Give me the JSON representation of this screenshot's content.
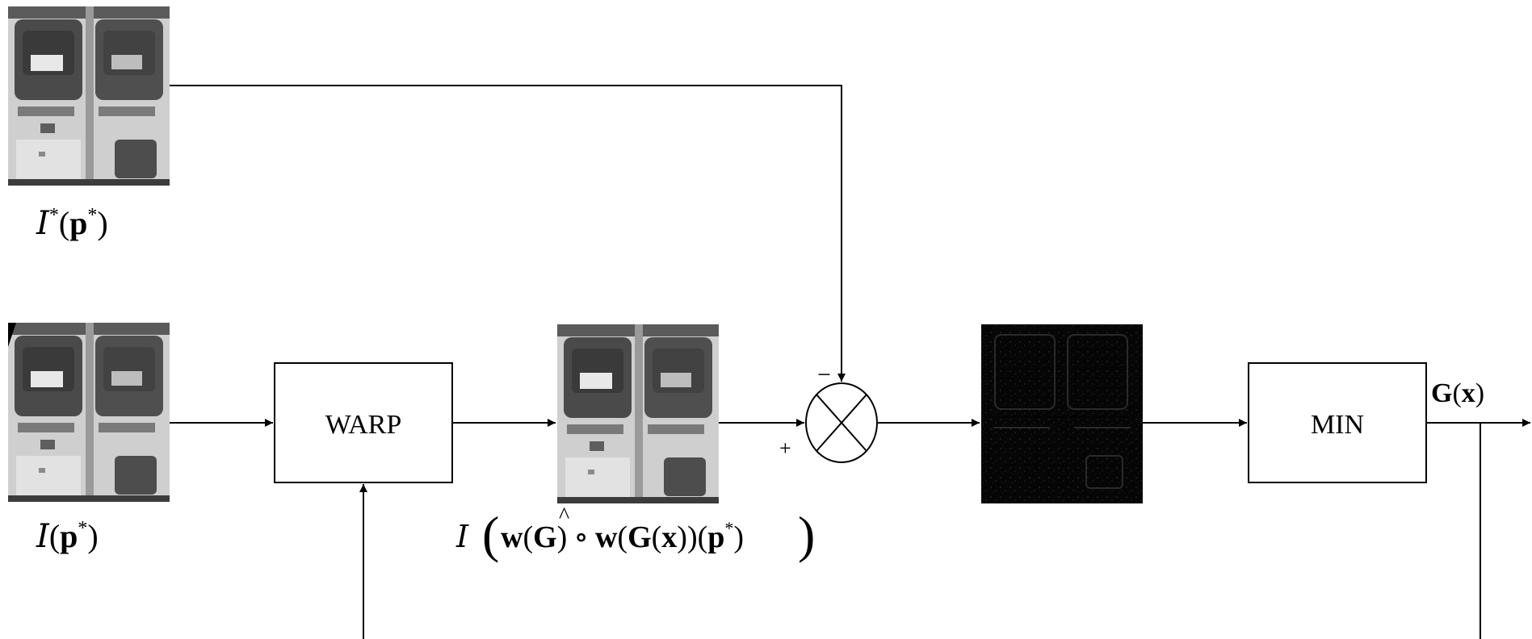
{
  "nodes": {
    "warp_label": "WARP",
    "min_label": "MIN"
  },
  "labels": {
    "reference_image": {
      "sym": "I",
      "sup": "*",
      "arg": "p",
      "argsup": "*"
    },
    "current_image": {
      "sym": "I",
      "arg": "p",
      "argsup": "*"
    },
    "warped_image": {
      "sym": "I",
      "w1": "w",
      "G_hat": "G",
      "circ": "∘",
      "w2": "w",
      "G": "G",
      "x": "x",
      "p": "p",
      "star": "*"
    },
    "output": {
      "G": "G",
      "x": "x"
    }
  },
  "signs": {
    "minus": "−",
    "plus": "+"
  },
  "icons": {
    "subtractor": "circle-x-icon"
  },
  "colors": {
    "line": "#000000",
    "background": "#ffffff",
    "error_image": "#050505"
  }
}
